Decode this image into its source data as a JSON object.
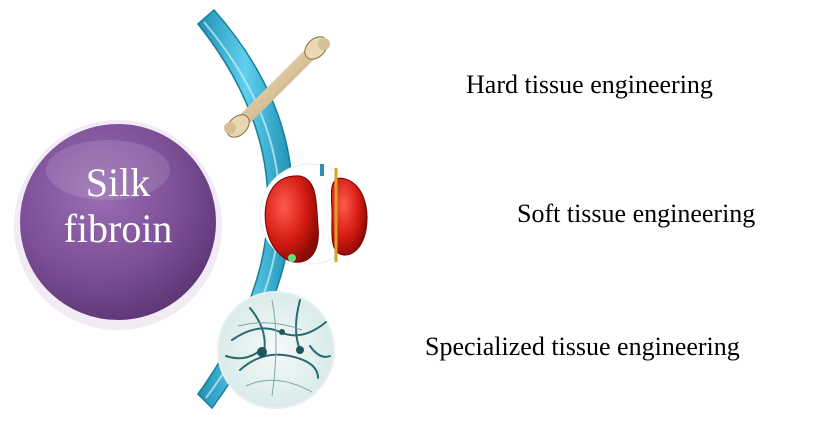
{
  "center": {
    "line1": "Silk",
    "line2": "fibroin"
  },
  "applications": [
    {
      "label": "Hard tissue engineering",
      "icon": "bone-icon"
    },
    {
      "label": "Soft tissue engineering",
      "icon": "organ-icon"
    },
    {
      "label": "Specialized tissue engineering",
      "icon": "neuron-icon"
    }
  ],
  "colors": {
    "circle": "#7b4e96",
    "arc": "#3fb2d2",
    "text": "#000000"
  }
}
